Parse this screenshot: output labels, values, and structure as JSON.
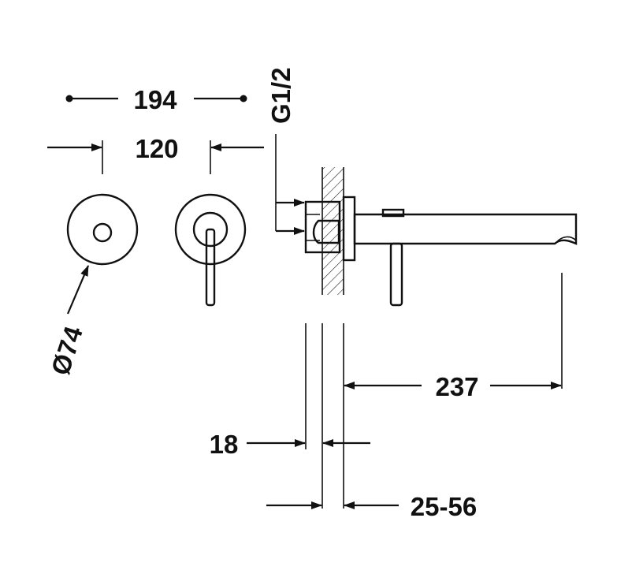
{
  "dimensions": {
    "total_width": "194",
    "center_distance": "120",
    "thread": "G1/2",
    "diameter": "Ø74",
    "spout_length": "237",
    "plate_thickness": "18",
    "wall_range": "25-56"
  },
  "colors": {
    "line": "#111111",
    "background": "#ffffff"
  }
}
